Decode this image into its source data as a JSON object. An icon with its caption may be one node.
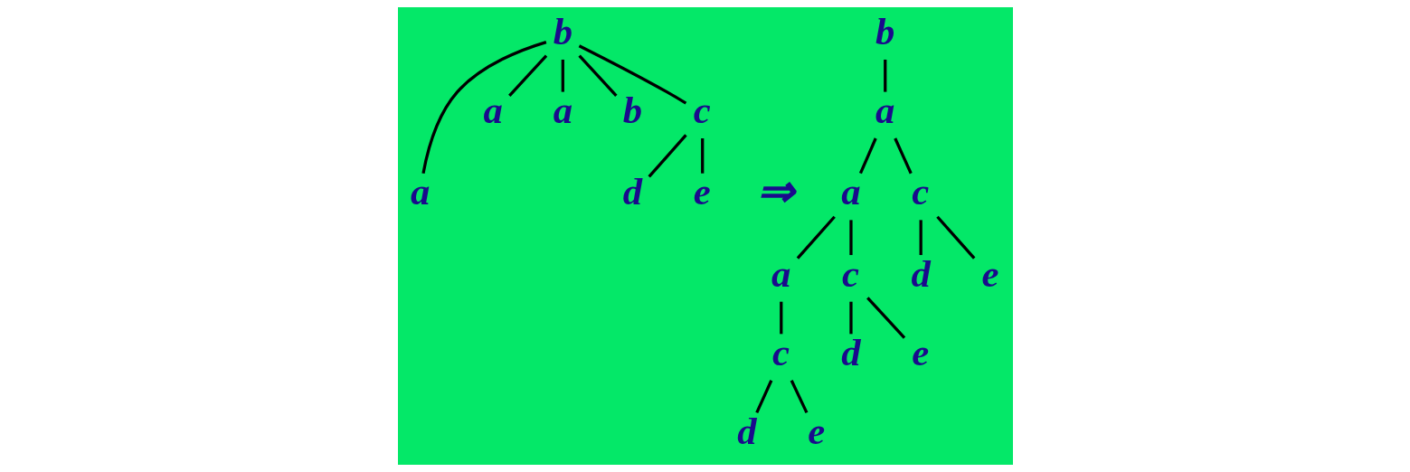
{
  "diagram": {
    "nodes": [
      {
        "text": [
          "b"
        ]
      },
      {
        "text": [
          "a"
        ]
      },
      {
        "text": [
          "a"
        ]
      },
      {
        "text": [
          "a"
        ]
      },
      {
        "text": [
          "b"
        ]
      },
      {
        "text": [
          "c"
        ]
      },
      {
        "text": [
          "d"
        ]
      },
      {
        "text": [
          "e"
        ]
      },
      {
        "text": [
          "b"
        ]
      },
      {
        "text": [
          "a"
        ]
      },
      {
        "text": [
          "a"
        ]
      },
      {
        "text": [
          "c"
        ]
      },
      {
        "text": [
          "a"
        ]
      },
      {
        "text": [
          "c"
        ]
      },
      {
        "text": [
          "d"
        ]
      },
      {
        "text": [
          "e"
        ]
      },
      {
        "text": [
          "c"
        ]
      },
      {
        "text": [
          "d"
        ]
      },
      {
        "text": [
          "e"
        ]
      },
      {
        "text": [
          "d"
        ]
      },
      {
        "text": [
          "e"
        ]
      }
    ],
    "edges": [
      {
        "from": 0,
        "to": 1,
        "arrow": "none"
      },
      {
        "from": 0,
        "to": 2,
        "arrow": "none"
      },
      {
        "from": 0,
        "to": 3,
        "arrow": "none"
      },
      {
        "from": 0,
        "to": 4,
        "arrow": "none"
      },
      {
        "from": 0,
        "to": 5,
        "arrow": "none"
      },
      {
        "from": 5,
        "to": 6,
        "arrow": "none"
      },
      {
        "from": 5,
        "to": 7,
        "arrow": "none"
      },
      {
        "from": 8,
        "to": 9,
        "arrow": "none"
      },
      {
        "from": 9,
        "to": 10,
        "arrow": "none"
      },
      {
        "from": 9,
        "to": 11,
        "arrow": "none"
      },
      {
        "from": 10,
        "to": 12,
        "arrow": "none"
      },
      {
        "from": 10,
        "to": 13,
        "arrow": "none"
      },
      {
        "from": 11,
        "to": 14,
        "arrow": "none"
      },
      {
        "from": 11,
        "to": 15,
        "arrow": "none"
      },
      {
        "from": 12,
        "to": 16,
        "arrow": "none"
      },
      {
        "from": 13,
        "to": 17,
        "arrow": "none"
      },
      {
        "from": 13,
        "to": 18,
        "arrow": "none"
      },
      {
        "from": 16,
        "to": 19,
        "arrow": "none"
      },
      {
        "from": 16,
        "to": 20,
        "arrow": "none"
      }
    ],
    "labels": [
      "⇒"
    ]
  }
}
